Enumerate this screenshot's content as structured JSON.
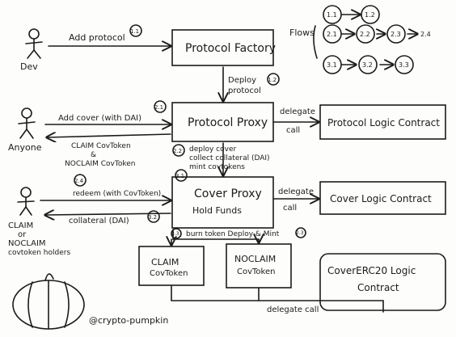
{
  "actors": {
    "dev": "Dev",
    "anyone": "Anyone",
    "holders": [
      "CLAIM",
      "or",
      "NOCLAIM",
      "covtoken holders"
    ]
  },
  "boxes": {
    "protocol_factory": "Protocol Factory",
    "protocol_proxy": "Protocol Proxy",
    "protocol_logic": "Protocol Logic Contract",
    "cover_proxy": "Cover Proxy",
    "cover_proxy_sub": "Hold Funds",
    "cover_logic": "Cover Logic Contract",
    "claim_token": [
      "CLAIM",
      "CovToken"
    ],
    "noclaim_token": [
      "NOCLAIM",
      "CovToken"
    ],
    "cover_erc20": [
      "CoverERC20 Logic",
      "Contract"
    ]
  },
  "arrows": {
    "add_protocol": "Add protocol",
    "deploy_protocol": [
      "Deploy",
      "protocol"
    ],
    "add_cover": "Add cover (with DAI)",
    "claim_noclaim_out": [
      "CLAIM CovToken",
      "&",
      "NOCLAIM CovToken"
    ],
    "delegate_call_1": [
      "delegate",
      "call"
    ],
    "deploy_collect_mint": [
      "deploy cover",
      "collect collateral (DAI)",
      "mint covtokens"
    ],
    "redeem": "redeem (with CovToken)",
    "collateral_out": "collateral (DAI)",
    "delegate_call_2": [
      "delegate",
      "call"
    ],
    "burn_deploy": "burn token  Deploy & Mint",
    "delegate_call_3": "delegate call"
  },
  "step_badges": {
    "b_1_1": "1.1",
    "b_1_2": "1.2",
    "b_2_1": "2.1",
    "b_2_2": "2.2",
    "b_2_3": "2.3",
    "b_2_4": "2.4",
    "b_3_1": "3.1",
    "b_3_2": "3.2",
    "b_3_3": "3.3"
  },
  "flows": {
    "label": "Flows",
    "row1": [
      "1.1",
      "1.2"
    ],
    "row2": [
      "2.1",
      "2.2",
      "2.3",
      "2.4"
    ],
    "row3": [
      "3.1",
      "3.2",
      "3.3"
    ]
  },
  "credit": "@crypto-pumpkin"
}
